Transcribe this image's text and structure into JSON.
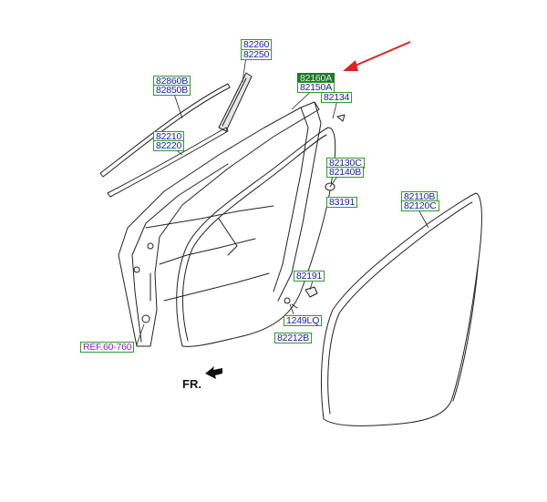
{
  "parts": {
    "p82260": "82260",
    "p82250": "82250",
    "p82860B": "82860B",
    "p82850B": "82850B",
    "p82160A": "82160A",
    "p82150A": "82150A",
    "p82134": "82134",
    "p82210": "82210",
    "p82220": "82220",
    "p82130C": "82130C",
    "p82140B": "82140B",
    "p83191": "83191",
    "p82110B": "82110B",
    "p82120C": "82120C",
    "p82191": "82191",
    "p1249LQ": "1249LQ",
    "p82212B": "82212B"
  },
  "ref": "REF.60-760",
  "front_marker": "FR.",
  "colors": {
    "label_text": "#1a1aa0",
    "label_border": "#2e9a2e",
    "highlight_fill": "#1f7a2c",
    "ref_text": "#8a1fc0",
    "arrow": "#e02020",
    "line_art": "#222222"
  }
}
